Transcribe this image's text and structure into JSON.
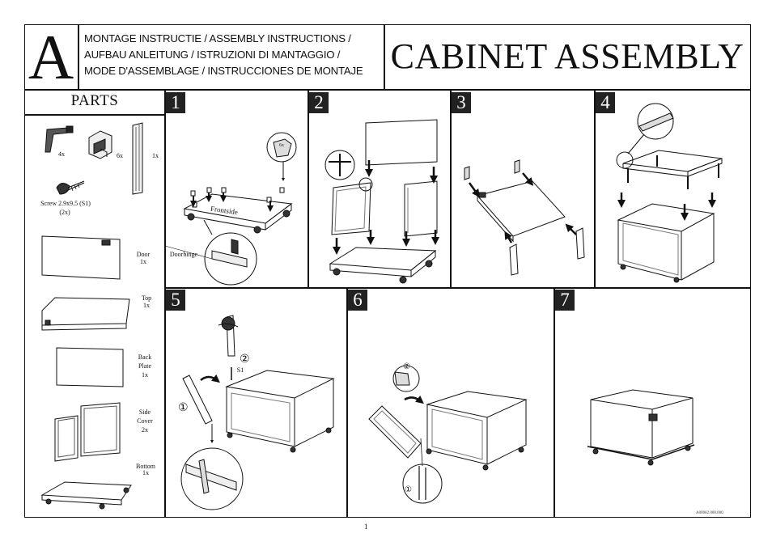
{
  "header": {
    "letter": "A",
    "lines": [
      "MONTAGE INSTRUCTIE / ASSEMBLY INSTRUCTIONS /",
      "AUFBAU ANLEITUNG / ISTRUZIONI DI MANTAGGIO /",
      "MODE D'ASSEMBLAGE / INSTRUCCIONES DE MONTAJE"
    ],
    "title": "CABINET ASSEMBLY"
  },
  "parts": {
    "title": "PARTS",
    "bracket_qty": "4x",
    "hinge_qty": "6x",
    "rail_qty": "1x",
    "screw_label": "Screw 2.9x9.5 (S1)",
    "screw_qty": "(2x)",
    "door_label": "Door",
    "door_qty": "1x",
    "top_label": "Top",
    "top_qty": "1x",
    "back_label_1": "Back",
    "back_label_2": "Plate",
    "back_qty": "1x",
    "side_label_1": "Side",
    "side_label_2": "Cover",
    "side_qty": "2x",
    "bottom_label": "Bottom",
    "bottom_qty": "1x"
  },
  "steps": {
    "s1": "1",
    "s2": "2",
    "s3": "3",
    "s4": "4",
    "s5": "5",
    "s6": "6",
    "s7": "7",
    "frontside": "Frontside",
    "doorhinge": "Doorhinge",
    "callout_6x": "6x",
    "s5_circle1": "①",
    "s5_circle2": "②",
    "s5_s1": "S1",
    "s6_circle1": "①",
    "s6_circle2": "②"
  },
  "footer": {
    "page": "1",
    "code": "A00082.000.000"
  }
}
